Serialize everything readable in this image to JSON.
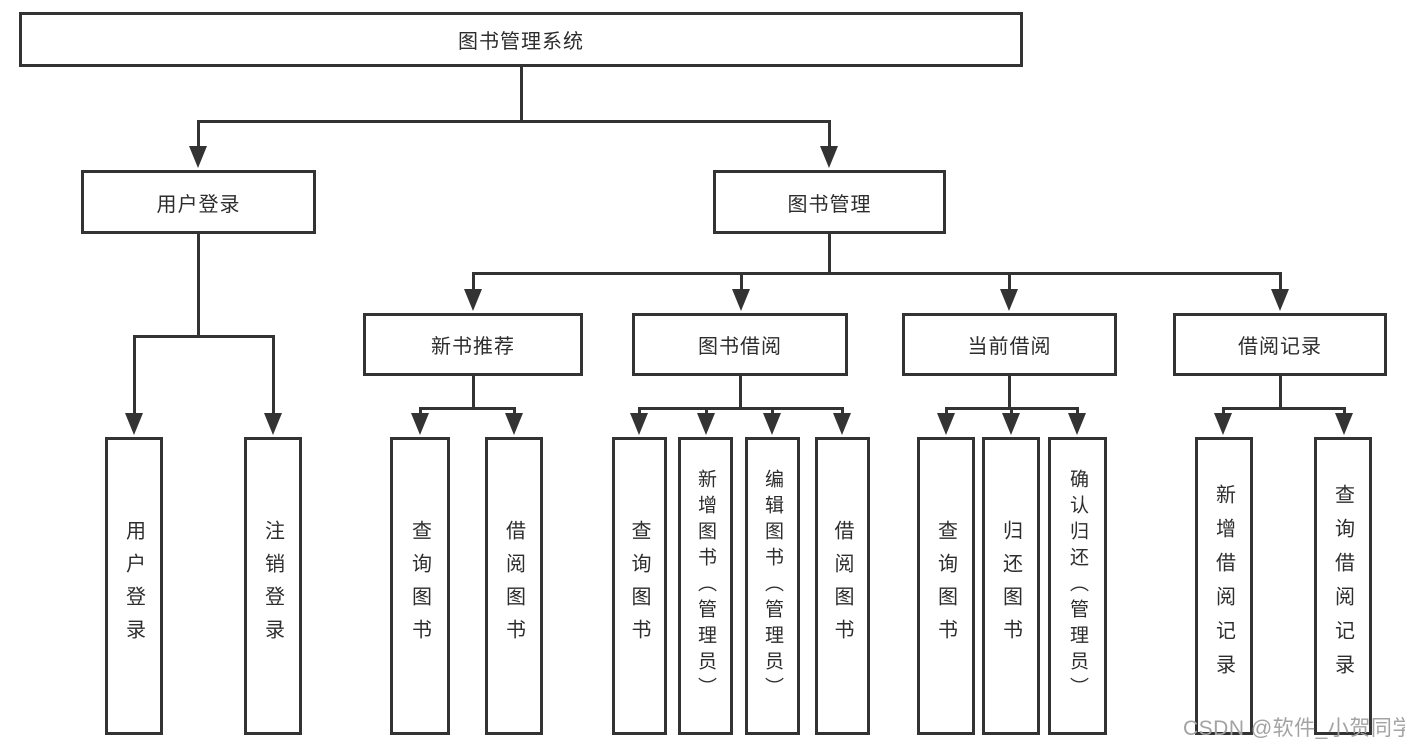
{
  "tree": {
    "root": {
      "label": "图书管理系统",
      "children": [
        {
          "label": "用户登录",
          "children": [
            {
              "label": "用户登录"
            },
            {
              "label": "注销登录"
            }
          ]
        },
        {
          "label": "图书管理",
          "children": [
            {
              "label": "新书推荐",
              "children": [
                {
                  "label": "查询图书"
                },
                {
                  "label": "借阅图书"
                }
              ]
            },
            {
              "label": "图书借阅",
              "children": [
                {
                  "label": "查询图书"
                },
                {
                  "label": "新增图书（管理员）"
                },
                {
                  "label": "编辑图书（管理员）"
                },
                {
                  "label": "借阅图书"
                }
              ]
            },
            {
              "label": "当前借阅",
              "children": [
                {
                  "label": "查询图书"
                },
                {
                  "label": "归还图书"
                },
                {
                  "label": "确认归还（管理员）"
                }
              ]
            },
            {
              "label": "借阅记录",
              "children": [
                {
                  "label": "新增借阅记录"
                },
                {
                  "label": "查询借阅记录"
                }
              ]
            }
          ]
        }
      ]
    }
  },
  "watermark": {
    "text": "CSDN @软件_小贺同学"
  },
  "colors": {
    "line": "#333333",
    "text": "#2d2d2d",
    "background": "#ffffff",
    "watermark": "#a3a3a3"
  }
}
